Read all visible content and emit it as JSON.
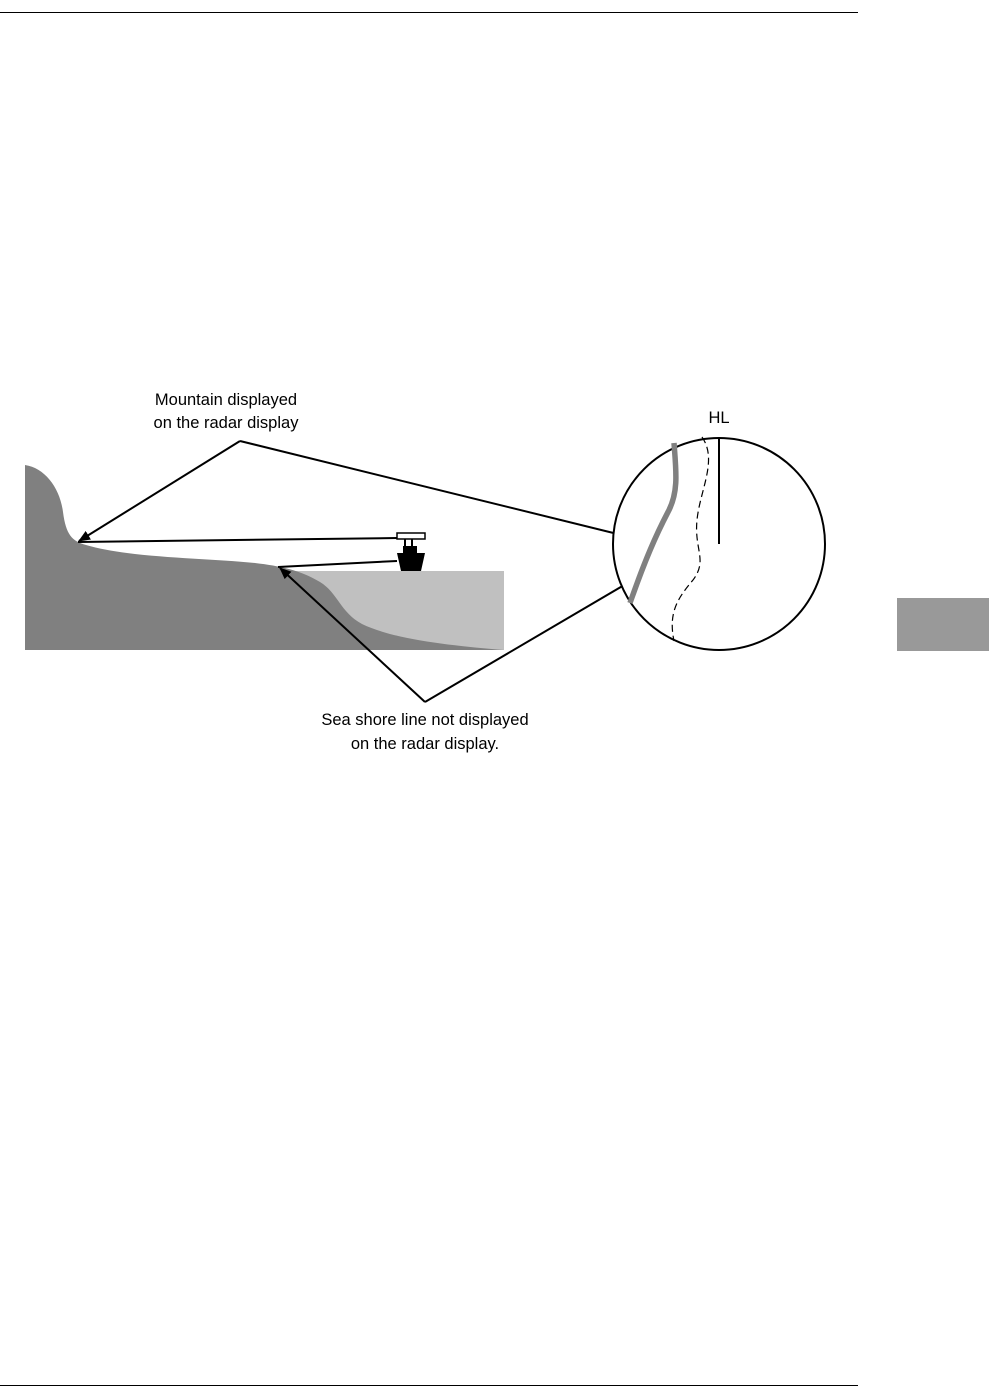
{
  "diagram": {
    "mountain_label_line1": "Mountain displayed",
    "mountain_label_line2": "on the radar display",
    "shore_label_line1": "Sea shore line not displayed",
    "shore_label_line2": "on the radar display.",
    "heading_line_label": "HL"
  },
  "colors": {
    "land": "#808080",
    "sea": "#c0c0c0",
    "radar_echo": "#808080",
    "thumb_tab": "#999999"
  }
}
